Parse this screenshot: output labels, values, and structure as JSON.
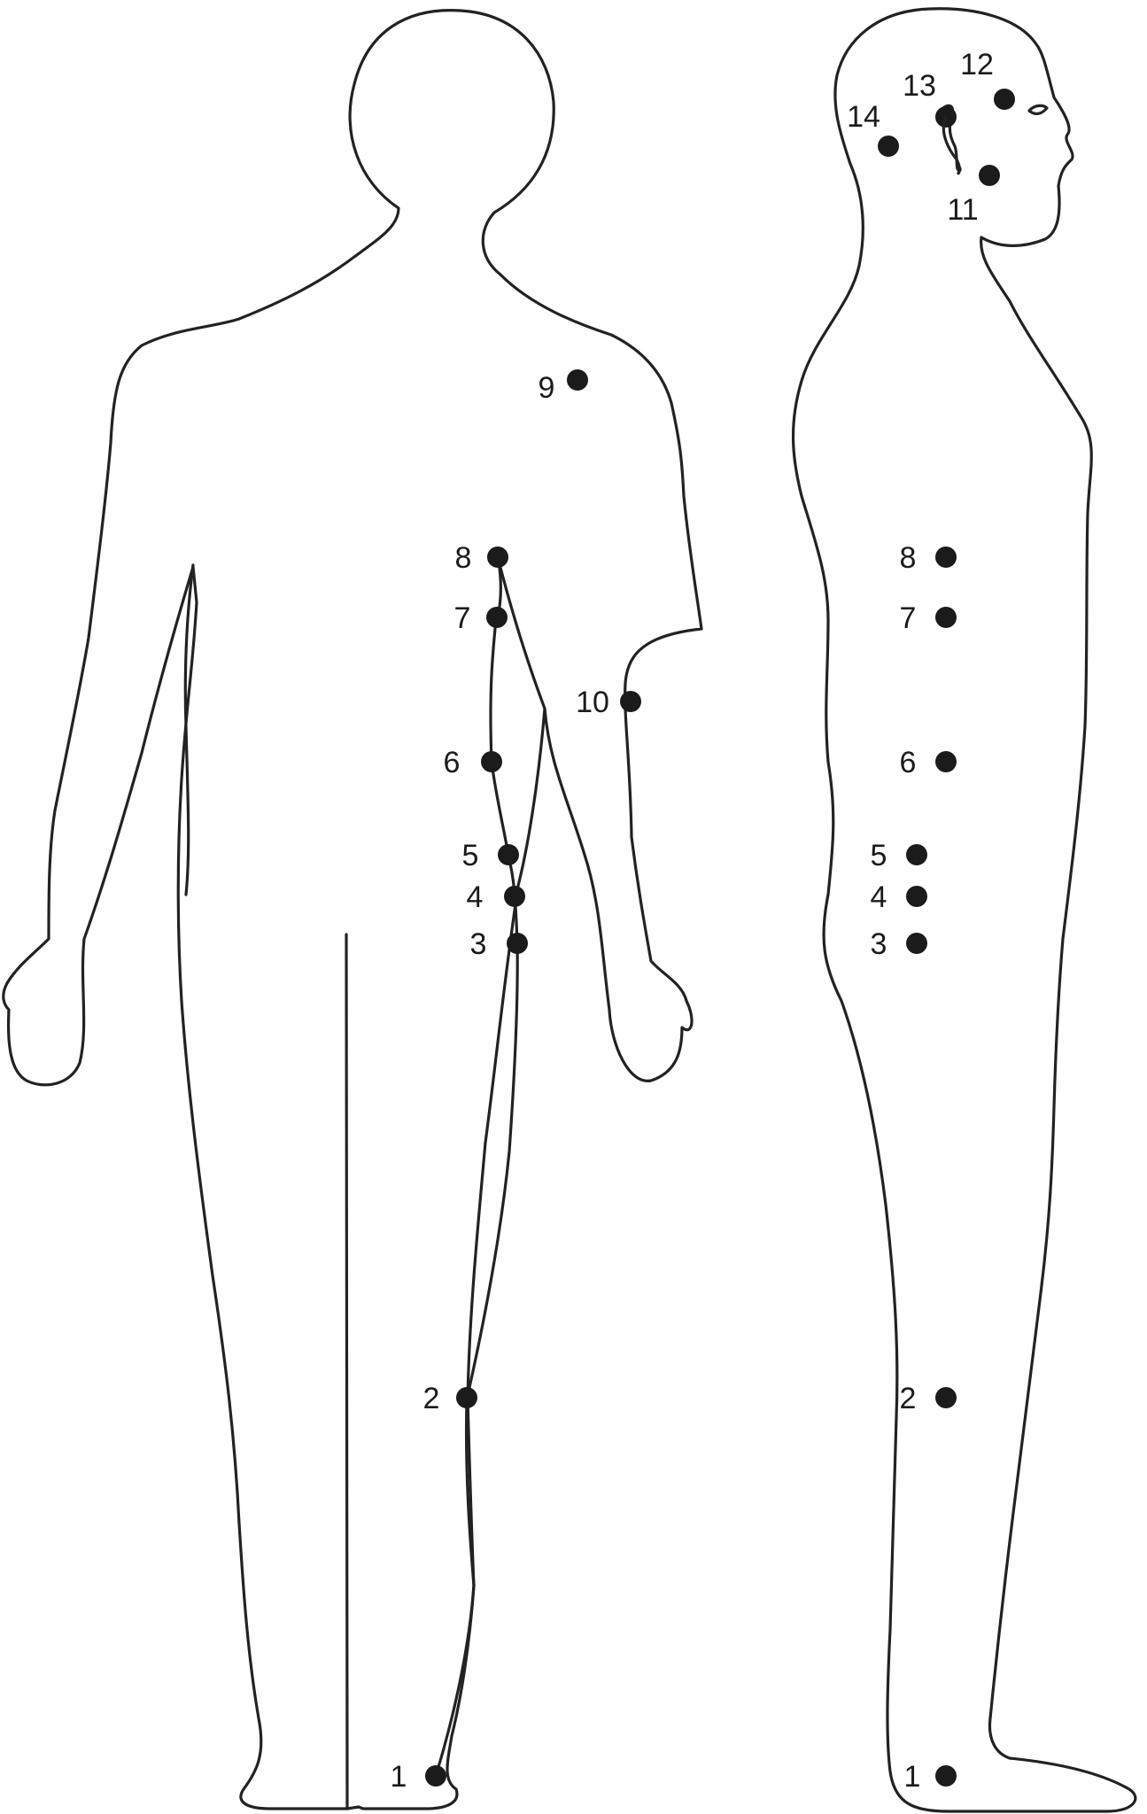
{
  "colors": {
    "outline": "#222222",
    "dot": "#1b1b1b",
    "background": "#ffffff"
  },
  "front_view": {
    "points": [
      {
        "id": "front-point-1",
        "label": "1"
      },
      {
        "id": "front-point-2",
        "label": "2"
      },
      {
        "id": "front-point-3",
        "label": "3"
      },
      {
        "id": "front-point-4",
        "label": "4"
      },
      {
        "id": "front-point-5",
        "label": "5"
      },
      {
        "id": "front-point-6",
        "label": "6"
      },
      {
        "id": "front-point-7",
        "label": "7"
      },
      {
        "id": "front-point-8",
        "label": "8"
      },
      {
        "id": "front-point-9",
        "label": "9"
      },
      {
        "id": "front-point-10",
        "label": "10"
      }
    ]
  },
  "side_view": {
    "points": [
      {
        "id": "side-point-1",
        "label": "1"
      },
      {
        "id": "side-point-2",
        "label": "2"
      },
      {
        "id": "side-point-3",
        "label": "3"
      },
      {
        "id": "side-point-4",
        "label": "4"
      },
      {
        "id": "side-point-5",
        "label": "5"
      },
      {
        "id": "side-point-6",
        "label": "6"
      },
      {
        "id": "side-point-7",
        "label": "7"
      },
      {
        "id": "side-point-8",
        "label": "8"
      },
      {
        "id": "side-point-11",
        "label": "11"
      },
      {
        "id": "side-point-12",
        "label": "12"
      },
      {
        "id": "side-point-13",
        "label": "13"
      },
      {
        "id": "side-point-14",
        "label": "14"
      }
    ]
  }
}
